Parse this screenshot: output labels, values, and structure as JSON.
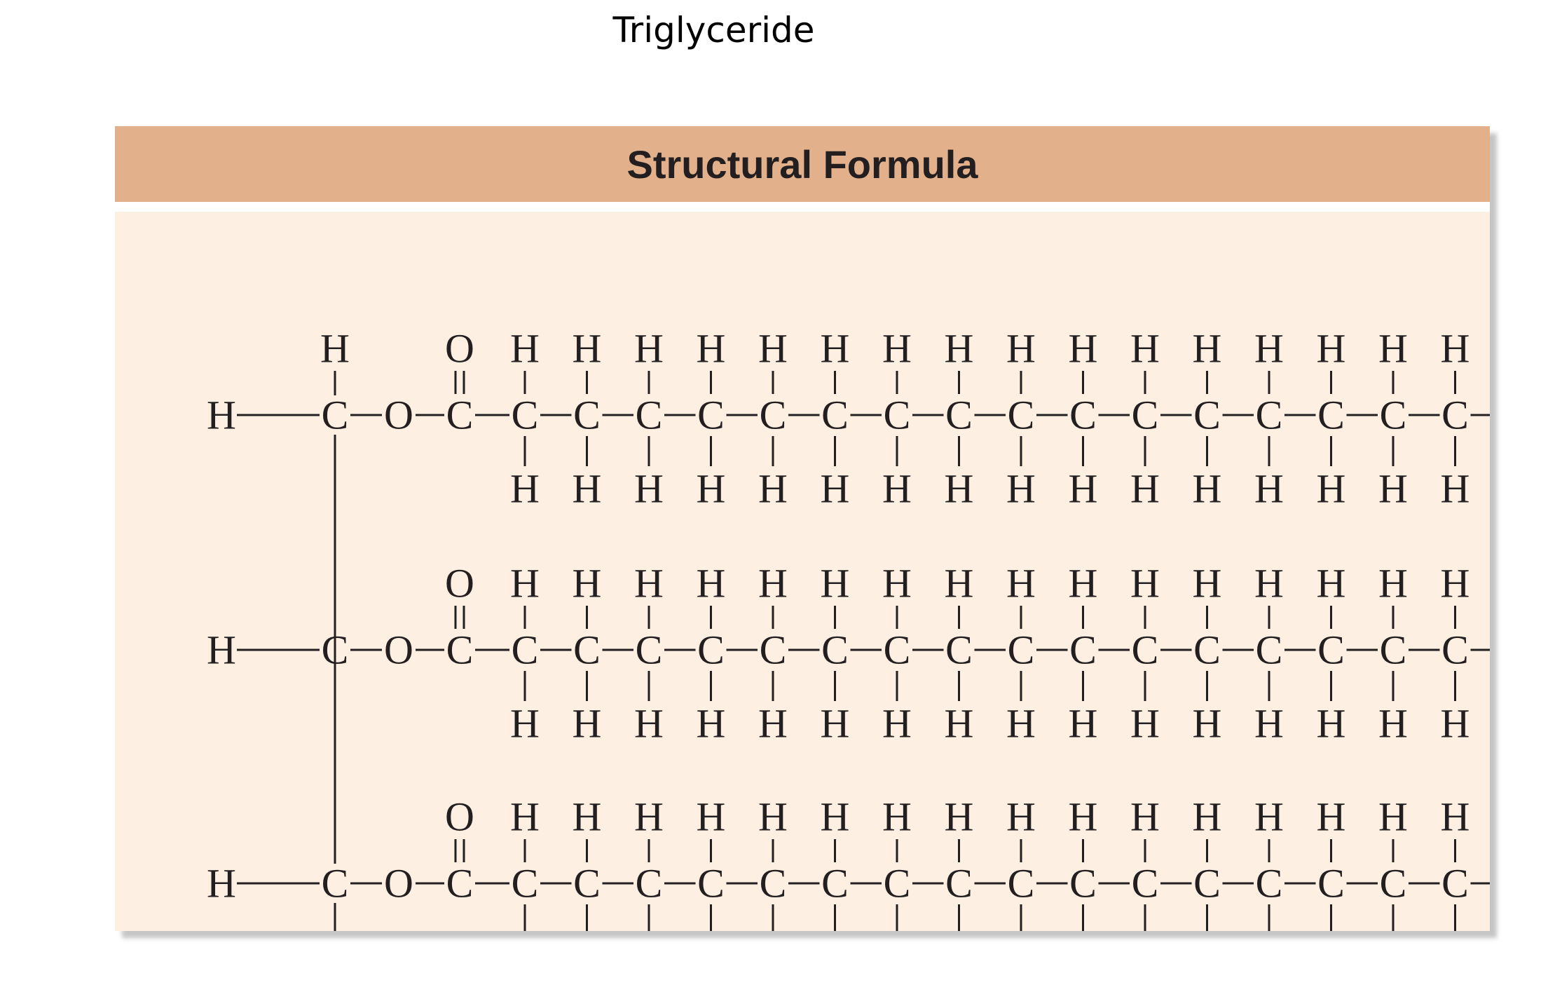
{
  "title": "Triglyceride",
  "panel": {
    "header": "Structural Formula",
    "header_color": "#e2b08b",
    "body_color": "#fdefe2"
  },
  "molecule": {
    "chain_count": 3,
    "carbons_per_chain": 18,
    "atoms": {
      "hydrogen": "H",
      "carbon": "C",
      "oxygen": "O"
    }
  }
}
